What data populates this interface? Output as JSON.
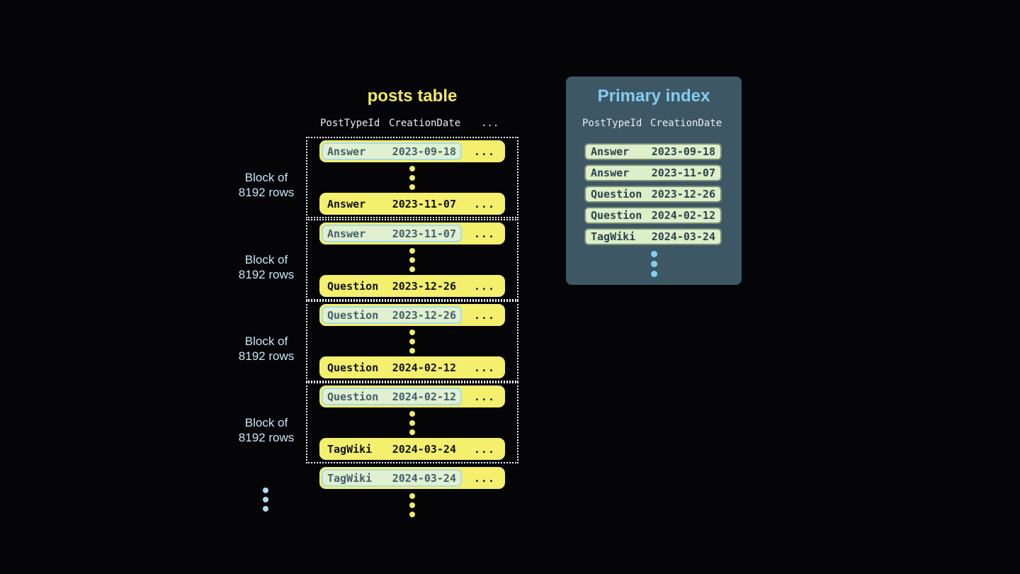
{
  "posts_table": {
    "title": "posts table",
    "headers": {
      "col1": "PostTypeId",
      "col2": "CreationDate",
      "col3": "..."
    },
    "block_label": {
      "line1": "Block of",
      "line2": "8192 rows"
    },
    "row_ellipsis": "...",
    "blocks": [
      {
        "first": {
          "type": "Answer",
          "date": "2023-09-18"
        },
        "last": {
          "type": "Answer",
          "date": "2023-11-07"
        }
      },
      {
        "first": {
          "type": "Answer",
          "date": "2023-11-07"
        },
        "last": {
          "type": "Question",
          "date": "2023-12-26"
        }
      },
      {
        "first": {
          "type": "Question",
          "date": "2023-12-26"
        },
        "last": {
          "type": "Question",
          "date": "2024-02-12"
        }
      },
      {
        "first": {
          "type": "Question",
          "date": "2024-02-12"
        },
        "last": {
          "type": "TagWiki",
          "date": "2024-03-24"
        }
      }
    ],
    "overflow_row": {
      "type": "TagWiki",
      "date": "2024-03-24"
    }
  },
  "primary_index": {
    "title": "Primary index",
    "headers": {
      "col1": "PostTypeId",
      "col2": "CreationDate"
    },
    "rows": [
      {
        "type": "Answer",
        "date": "2023-09-18"
      },
      {
        "type": "Answer",
        "date": "2023-11-07"
      },
      {
        "type": "Question",
        "date": "2023-12-26"
      },
      {
        "type": "Question",
        "date": "2024-02-12"
      },
      {
        "type": "TagWiki",
        "date": "2024-03-24"
      }
    ]
  },
  "colors": {
    "background": "#050508",
    "row_yellow": "#f4ef6c",
    "title_yellow": "#f1ea5e",
    "highlight_mint": "#e0f0d0",
    "highlight_border_blue": "#a6dbe9",
    "block_border_dotted": "#edf6fa",
    "block_label_blue": "#c6e7f6",
    "panel_bg": "#3e5765",
    "panel_title_blue": "#82ccf0",
    "index_row_mint": "#dcefc8",
    "ellipsis_blue": "#82cfef"
  }
}
